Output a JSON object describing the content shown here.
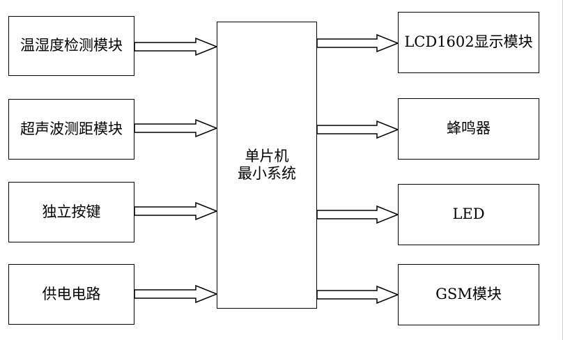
{
  "inputs": [
    {
      "label": "温湿度检测模块"
    },
    {
      "label": "超声波测距模块"
    },
    {
      "label": "独立按键"
    },
    {
      "label": "供电电路"
    }
  ],
  "mcu": {
    "line1": "单片机",
    "line2": "最小系统"
  },
  "outputs": [
    {
      "label": "LCD1602显示模块"
    },
    {
      "label": "蜂鸣器"
    },
    {
      "label": "LED"
    },
    {
      "label": "GSM模块"
    }
  ]
}
